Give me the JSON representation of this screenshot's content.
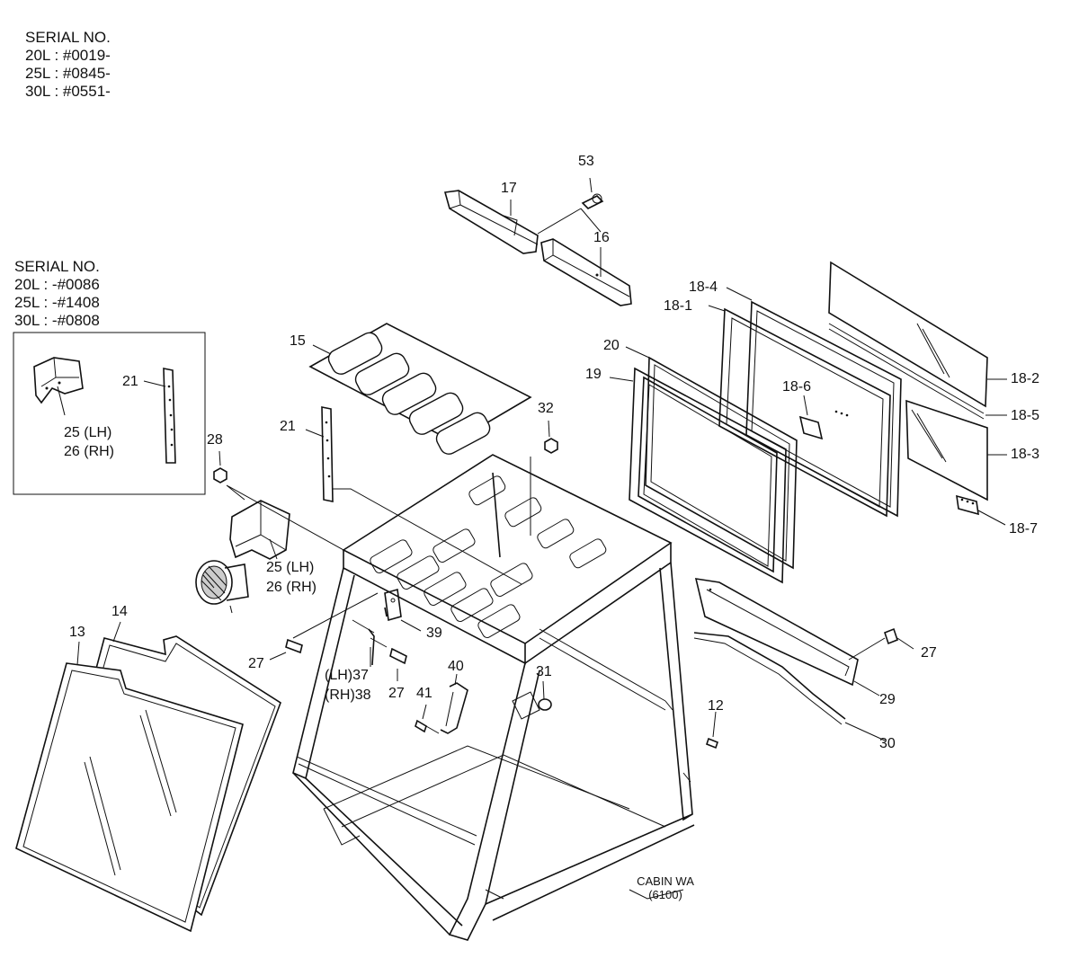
{
  "serial_block_top": {
    "title": "SERIAL NO.",
    "lines": [
      "20L : #0019-",
      "25L : #0845-",
      "30L : #0551-"
    ]
  },
  "serial_block_inset": {
    "title": "SERIAL NO.",
    "lines": [
      "20L : -#0086",
      "25L : -#1408",
      "30L : -#0808"
    ]
  },
  "callouts": {
    "c53": "53",
    "c17": "17",
    "c16": "16",
    "c18_4": "18-4",
    "c18_1": "18-1",
    "c15": "15",
    "c20": "20",
    "c19": "19",
    "c18_2": "18-2",
    "c18_6": "18-6",
    "c18_5": "18-5",
    "c18_3": "18-3",
    "c18_7": "18-7",
    "c32": "32",
    "c21_inset": "21",
    "c25_inset": "25 (LH)",
    "c26_inset": "26 (RH)",
    "c28": "28",
    "c21": "21",
    "c25": "25 (LH)",
    "c26": "26 (RH)",
    "c39": "39",
    "c27_left": "27",
    "c37": "(LH)37",
    "c38": "(RH)38",
    "c27_mid": "27",
    "c40": "40",
    "c41": "41",
    "c31": "31",
    "c27_right": "27",
    "c29": "29",
    "c12": "12",
    "c30": "30",
    "c13": "13",
    "c14": "14"
  },
  "cabin_label": {
    "name": "CABIN WA",
    "code": "(6100)"
  }
}
